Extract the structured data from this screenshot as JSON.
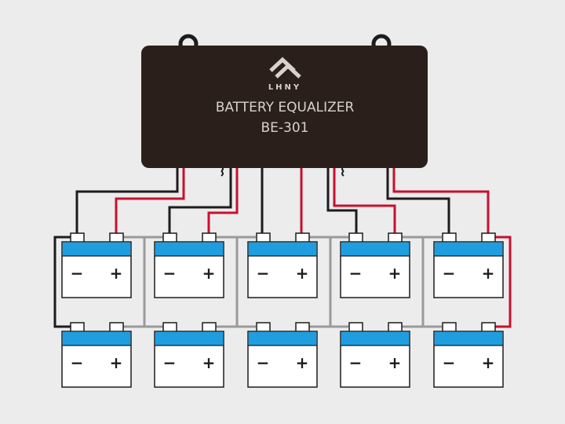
{
  "device": {
    "brand": "LHNY",
    "title": "BATTERY EQUALIZER",
    "model": "BE-301"
  },
  "battery": {
    "negative_symbol": "−",
    "positive_symbol": "+"
  },
  "layout_info": {
    "rows": 2,
    "columns": 5
  },
  "colors": {
    "background": "#ececec",
    "device_body": "#2a1f1b",
    "device_text": "#d8d2c8",
    "battery_band": "#1e9ee0",
    "battery_body": "#ffffff",
    "wire_black": "#1c1c1c",
    "wire_red": "#c8102e",
    "bus_gray": "#9a9a9a"
  }
}
